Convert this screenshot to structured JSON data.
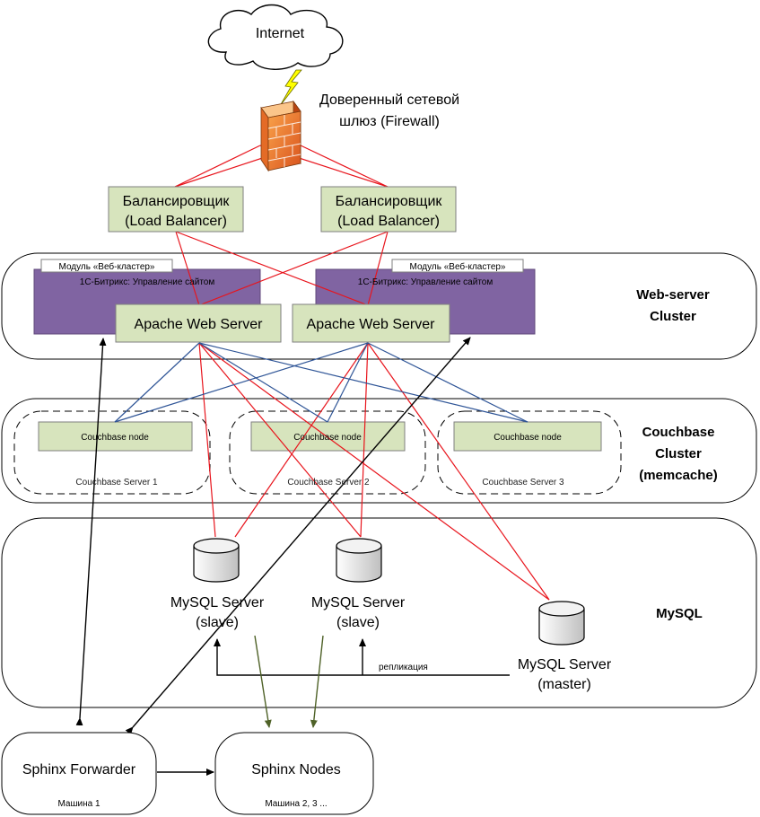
{
  "internet": {
    "label": "Internet"
  },
  "firewall": {
    "label_line1": "Доверенный сетевой",
    "label_line2": "шлюз (Firewall)"
  },
  "load_balancers": [
    {
      "line1": "Балансировщик",
      "line2": "(Load Balancer)"
    },
    {
      "line1": "Балансировщик",
      "line2": "(Load Balancer)"
    }
  ],
  "web_cluster": {
    "title_line1": "Web-server",
    "title_line2": "Cluster",
    "nodes": [
      {
        "module_tag": "Модуль «Веб-кластер»",
        "bitrix": "1С-Битрикс: Управление сайтом",
        "apache": "Apache Web Server"
      },
      {
        "module_tag": "Модуль «Веб-кластер»",
        "bitrix": "1С-Битрикс: Управление сайтом",
        "apache": "Apache Web Server"
      }
    ]
  },
  "couchbase_cluster": {
    "title_line1": "Couchbase",
    "title_line2": "Cluster",
    "title_line3": "(memcache)",
    "servers": [
      {
        "node": "Couchbase node",
        "server": "Couchbase Server 1"
      },
      {
        "node": "Couchbase node",
        "server": "Couchbase Server 2"
      },
      {
        "node": "Couchbase node",
        "server": "Couchbase Server 3"
      }
    ]
  },
  "mysql": {
    "title": "MySQL",
    "servers": [
      {
        "line1": "MySQL Server",
        "line2": "(slave)"
      },
      {
        "line1": "MySQL Server",
        "line2": "(slave)"
      },
      {
        "line1": "MySQL Server",
        "line2": "(master)"
      }
    ],
    "replication_label": "репликация"
  },
  "sphinx": {
    "forwarder": {
      "title": "Sphinx Forwarder",
      "machine": "Машина 1"
    },
    "nodes": {
      "title": "Sphinx Nodes",
      "machine": "Машина 2, 3 ..."
    }
  },
  "colors": {
    "red_link": "#e8141c",
    "blue_link": "#2f5597",
    "olive_link": "#4f6228",
    "purple_module": "#8064a2",
    "node_fill": "#d7e4bd"
  }
}
